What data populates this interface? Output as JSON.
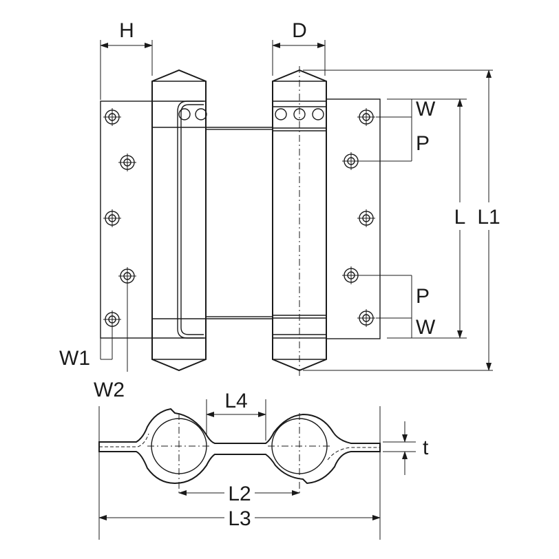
{
  "diagram": {
    "labels": {
      "H": "H",
      "D": "D",
      "W_top": "W",
      "P_top": "P",
      "L": "L",
      "L1": "L1",
      "P_bottom": "P",
      "W_bottom": "W",
      "W1": "W1",
      "W2": "W2",
      "L4": "L4",
      "t": "t",
      "L2": "L2",
      "L3": "L3"
    }
  }
}
